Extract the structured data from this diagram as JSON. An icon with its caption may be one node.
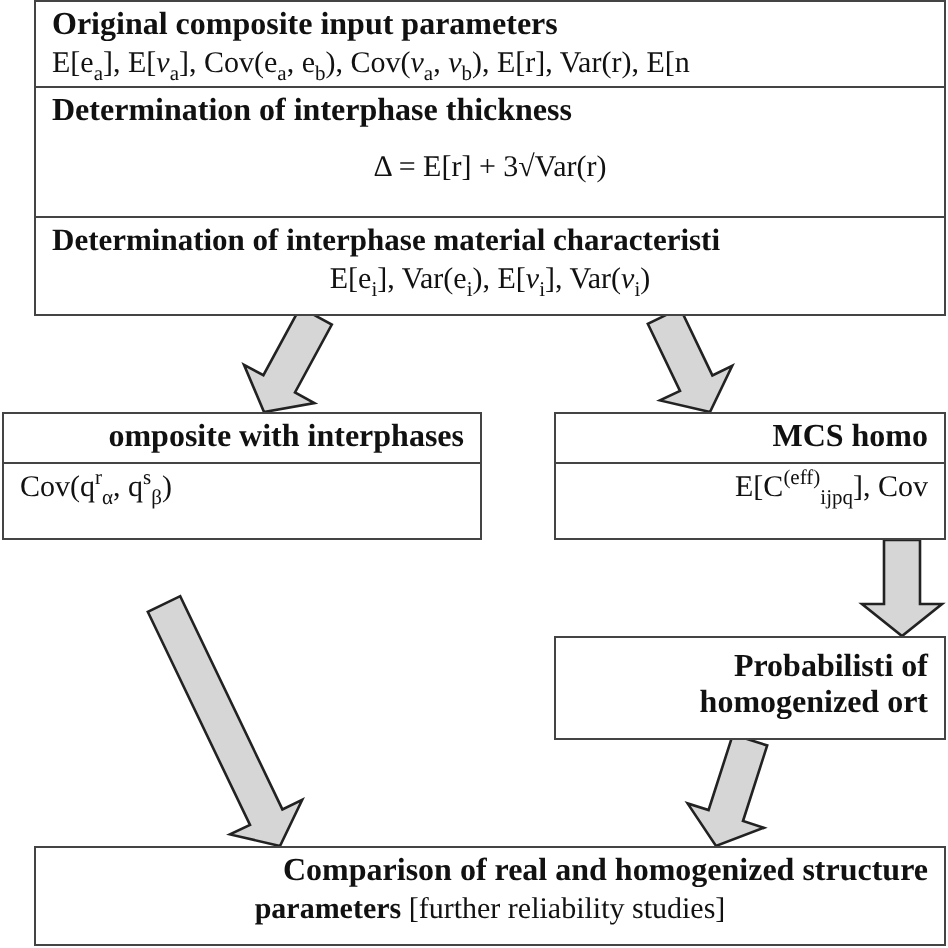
{
  "diagram": {
    "nodes": [
      {
        "text": [
          "Original composite input parameters",
          "E[e$_{a}$], E[*ν*$_{a}$], Cov(e$_{a}$, e$_{b}$), Cov(*ν*$_{a}$, *ν*$_{b}$), E[r], Var(r), E[n"
        ]
      },
      {
        "text": [
          "Determination of interphase thickness",
          "Δ = E[r] + 3√Var(r)"
        ]
      },
      {
        "text": [
          "Determination of interphase material characteristi",
          "E[e$_{i}$], Var(e$_{i}$), E[*ν*$_{i}$], Var(*ν*$_{i}$)"
        ]
      },
      {
        "text": [
          "omposite with interphases",
          "Cov(q$^{r}$$_{α}$, q$^{s}$$_{β}$)"
        ]
      },
      {
        "text": [
          "MCS homo",
          "E[C$^{(eff)}$$_{ijpq}$], Cov"
        ]
      },
      {
        "text": [
          "Probabilisti of homogenized ort"
        ]
      },
      {
        "text": [
          "Comparison of real and homogenized structure",
          "**parameters** [further reliability studies]"
        ]
      }
    ],
    "edges": [
      {
        "from": 2,
        "to": 3,
        "arrow": "to"
      },
      {
        "from": 2,
        "to": 4,
        "arrow": "to"
      },
      {
        "from": 4,
        "to": 5,
        "arrow": "to"
      },
      {
        "from": 3,
        "to": 6,
        "arrow": "to"
      },
      {
        "from": 5,
        "to": 6,
        "arrow": "to"
      }
    ]
  }
}
